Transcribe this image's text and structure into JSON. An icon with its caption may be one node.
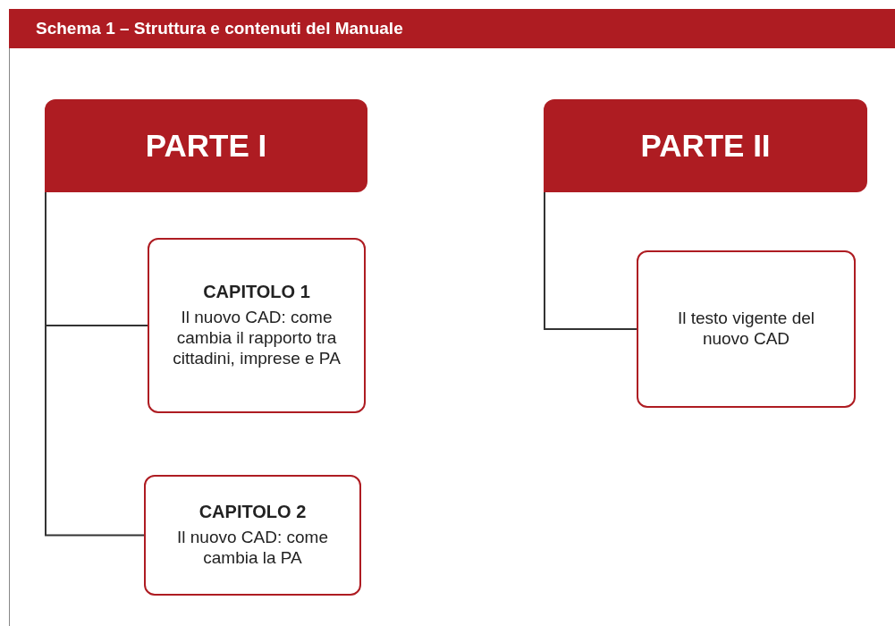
{
  "diagram": {
    "title": "Schema 1 – Struttura e contenuti del Manuale",
    "nodes": [
      {
        "text": [
          "PARTE I"
        ]
      },
      {
        "text": [
          "CAPITOLO 1",
          "Il nuovo CAD: come cambia il rapporto tra cittadini, imprese e PA"
        ]
      },
      {
        "text": [
          "CAPITOLO 2",
          "Il nuovo CAD: come cambia la PA"
        ]
      },
      {
        "text": [
          "PARTE II"
        ]
      },
      {
        "text": [
          "Il testo vigente del nuovo CAD"
        ]
      }
    ],
    "edges": [
      {
        "from": 0,
        "to": 1,
        "arrow": "none"
      },
      {
        "from": 0,
        "to": 2,
        "arrow": "none"
      },
      {
        "from": 3,
        "to": 4,
        "arrow": "none"
      }
    ]
  }
}
